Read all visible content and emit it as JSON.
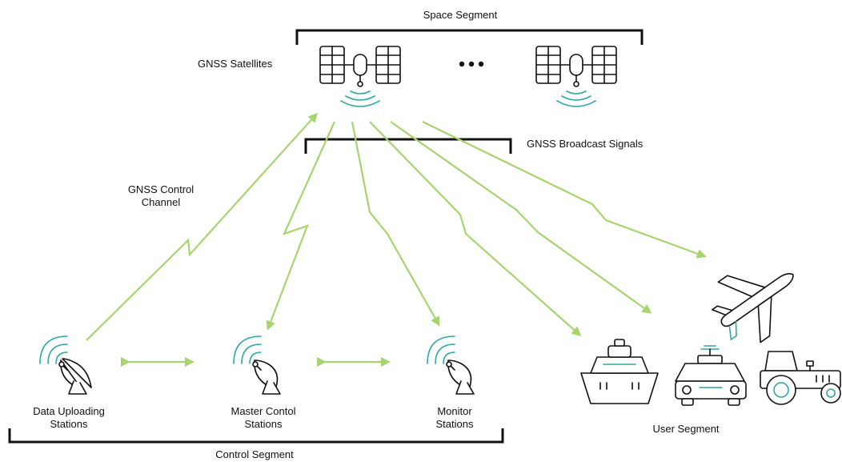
{
  "labels": {
    "space_segment": "Space Segment",
    "gnss_satellites": "GNSS Satellites",
    "broadcast_signals": "GNSS Broadcast Signals",
    "control_channel": "GNSS Control\nChannel",
    "data_uploading": "Data Uploading\nStations",
    "master_control": "Master Contol\nStations",
    "monitor": "Monitor\nStations",
    "control_segment": "Control Segment",
    "user_segment": "User Segment"
  },
  "colors": {
    "signal_green": "#a8d46f",
    "icon_teal": "#2fa7a0",
    "line_black": "#111111"
  },
  "icons": [
    "satellite-icon",
    "ellipsis-icon",
    "satellite-dish-icon",
    "airplane-icon",
    "ship-icon",
    "car-icon",
    "tractor-icon"
  ]
}
